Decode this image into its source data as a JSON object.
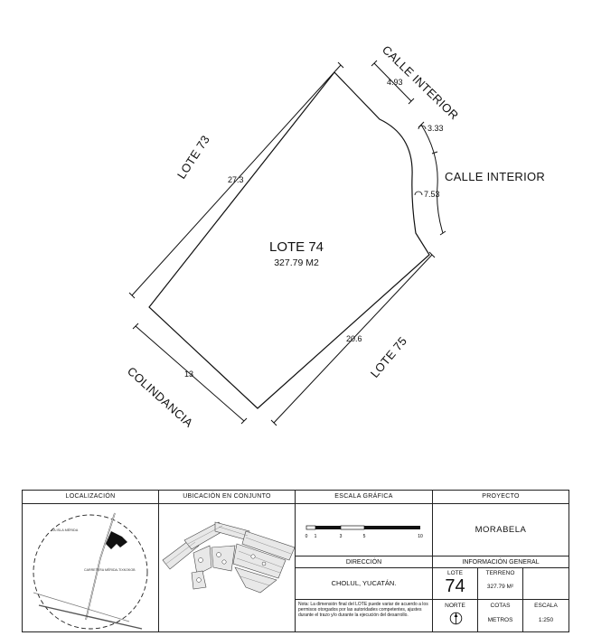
{
  "plan": {
    "lot_title": "LOTE 74",
    "lot_area": "327.79 M2",
    "labels": {
      "calle_interior_top": "CALLE INTERIOR",
      "calle_interior_right": "CALLE INTERIOR",
      "lote_73": "LOTE 73",
      "lote_75": "LOTE 75",
      "colindancia": "COLINDANCIA"
    },
    "dims": {
      "top": "4.93",
      "curve_upper": "3.33",
      "curve_lower": "7.53",
      "left": "27.3",
      "right": "20.6",
      "bottom": "13"
    }
  },
  "title_block": {
    "localizacion": {
      "header": "LOCALIZACIÓN",
      "map_label_1": "LA ISLA MÉRIDA",
      "map_label_2": "CARRETERA MÉRIDA-TIXKOKOB"
    },
    "ubicacion": {
      "header": "UBICACIÓN EN CONJUNTO"
    },
    "escala_grafica": {
      "header": "ESCALA GRÁFICA",
      "ticks": [
        "0",
        "1",
        "3",
        "5",
        "10"
      ]
    },
    "direccion": {
      "header": "DIRECCIÓN",
      "value": "CHOLUL, YUCATÁN."
    },
    "nota": "Nota: La dimensión final del LOTE puede variar de acuerdo a los permisos otorgados por las autoridades competentes, ajustes durante el trazo y/o durante la ejecución del desarrollo.",
    "proyecto": {
      "header": "PROYECTO",
      "value": "MORABELA"
    },
    "informacion_general": {
      "header": "INFORMACIÓN GENERAL",
      "lote_label": "LOTE",
      "lote_value": "74",
      "terreno_label": "TERRENO",
      "terreno_value": "327.79 M²",
      "norte_label": "NORTE",
      "cotas_label": "COTAS",
      "cotas_value": "METROS",
      "escala_label": "ESCALA",
      "escala_value": "1:250"
    }
  }
}
